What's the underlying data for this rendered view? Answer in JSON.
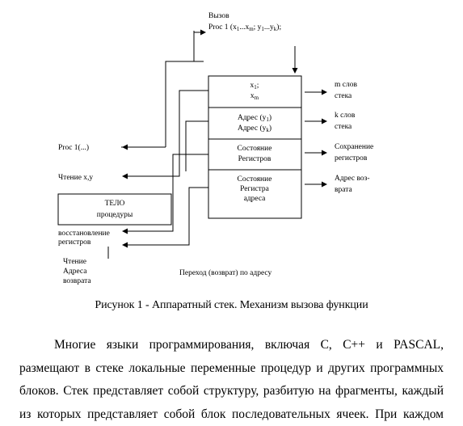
{
  "diagram": {
    "call_label_1": "Вызов",
    "call_label_2": "Proc 1 (x",
    "call_label_2_sub1": "1",
    "call_label_2_mid": "...x",
    "call_label_2_sub2": "m",
    "call_label_2_mid2": "; y",
    "call_label_2_sub3": "1",
    "call_label_2_mid3": "...y",
    "call_label_2_sub4": "k",
    "call_label_2_end": ");",
    "stack_cells": [
      {
        "line1": "x",
        "line1_sub": "1",
        "line1_end": ";",
        "line2": "x",
        "line2_sub": "m"
      },
      {
        "line1": "Адрес (y",
        "line1_sub": "1",
        "line1_end": ")",
        "line2": "Адрес (y",
        "line2_sub": "k",
        "line2_end": ")"
      },
      {
        "line1": "Состояние",
        "line2": "Регистров"
      },
      {
        "line1": "Состояние",
        "line2": "Регистра",
        "line3": "адреса"
      }
    ],
    "right_labels": [
      {
        "line1": "m слов",
        "line2": "стека"
      },
      {
        "line1": "k слов",
        "line2": "стека"
      },
      {
        "line1": "Сохранение",
        "line2": "регистров"
      },
      {
        "line1": "Адрес воз-",
        "line2": "врата"
      }
    ],
    "left_labels": {
      "proc": "Proc 1(...)",
      "read_xy": "Чтение x,y",
      "body_1": "ТЕЛО",
      "body_2": "процедуры",
      "restore_1": "восстановление",
      "restore_2": "регистров",
      "read_addr_1": "Чтение",
      "read_addr_2": "Адреса",
      "read_addr_3": "возврата"
    },
    "jump_label": "Переход (возврат) по адресу"
  },
  "caption": "Рисунок 1 - Аппаратный стек. Механизм вызова функции",
  "paragraph_lines": [
    "Многие языки программирования, включая С, С++ и PASCAL,",
    "размещают в стеке локальные переменные процедур и других программных",
    "блоков. Стек представляет собой структуру, разбитую на фрагменты, каждый",
    "из которых представляет собой блок последовательных ячеек. При каждом"
  ]
}
